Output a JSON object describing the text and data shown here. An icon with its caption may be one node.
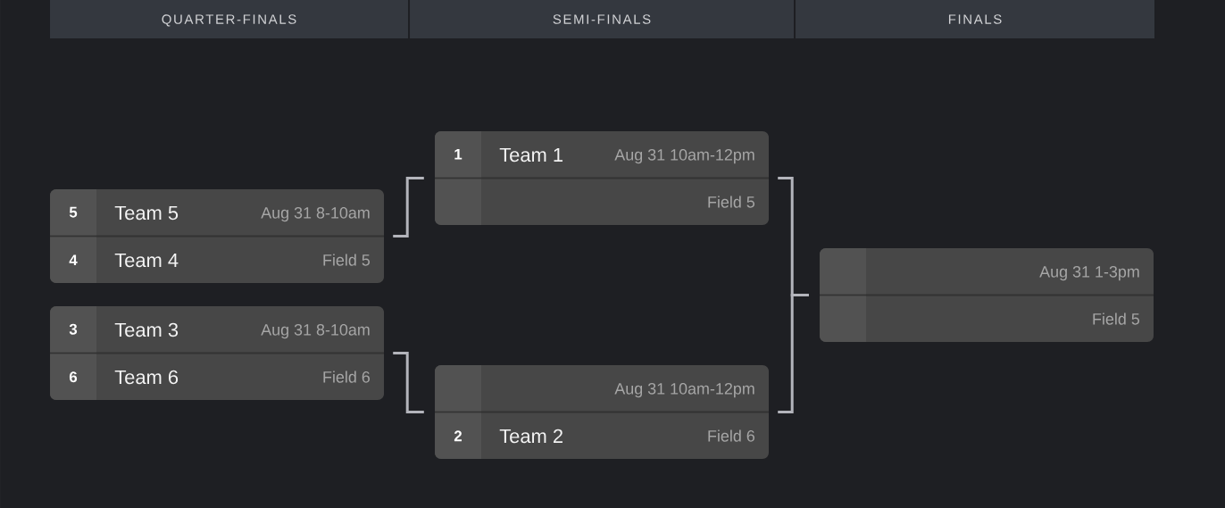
{
  "diagram": {
    "nodes": [
      {
        "text": [
          "QUARTER-FINALS"
        ]
      },
      {
        "text": [
          "SEMI-FINALS"
        ]
      },
      {
        "text": [
          "FINALS"
        ]
      },
      {
        "text": [
          "Team 5",
          "Aug 31 8-10am",
          "Team 4",
          "Field 5"
        ]
      },
      {
        "text": [
          "5"
        ],
        "in": 3
      },
      {
        "text": [
          "4"
        ],
        "in": 3
      },
      {
        "text": [
          "Team 3",
          "Aug 31 8-10am",
          "Team 6",
          "Field 6"
        ]
      },
      {
        "text": [
          "3"
        ],
        "in": 6
      },
      {
        "text": [
          "6"
        ],
        "in": 6
      },
      {
        "text": [
          "Team 1",
          "Aug 31 10am-12pm",
          "Field 5"
        ]
      },
      {
        "text": [
          "1"
        ],
        "in": 9
      },
      {
        "text": [],
        "shape": "box",
        "in": 9
      },
      {
        "text": [
          "Aug 31 10am-12pm",
          "Team 2",
          "Field 6"
        ]
      },
      {
        "text": [],
        "shape": "box",
        "in": 12
      },
      {
        "text": [
          "2"
        ],
        "in": 12
      },
      {
        "text": [
          "Aug 31 1-3pm",
          "Field 5"
        ]
      },
      {
        "text": [],
        "shape": "box",
        "in": 15
      },
      {
        "text": [],
        "shape": "box",
        "in": 15
      }
    ],
    "edges": [
      {
        "from": 3,
        "to": 9,
        "arrow": "none"
      },
      {
        "from": 6,
        "to": 12,
        "arrow": "none"
      },
      {
        "from": 9,
        "to": 15,
        "arrow": "none"
      },
      {
        "from": 12,
        "to": 15,
        "arrow": "none"
      }
    ]
  }
}
